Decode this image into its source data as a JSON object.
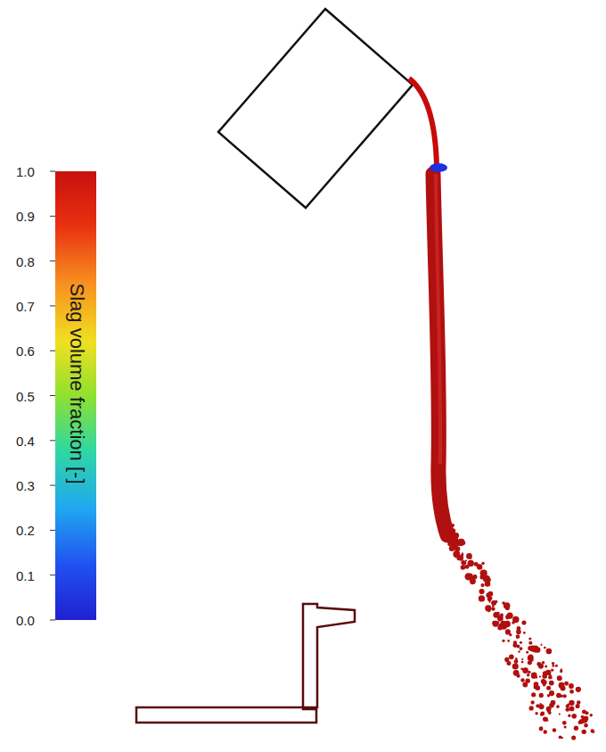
{
  "diagram": {
    "labels": [
      "1.0",
      "0.9",
      "0.8",
      "0.7",
      "0.6",
      "0.5",
      "0.4",
      "0.3",
      "0.2",
      "0.1",
      "0.0",
      "Slag volume fraction [-]"
    ]
  }
}
